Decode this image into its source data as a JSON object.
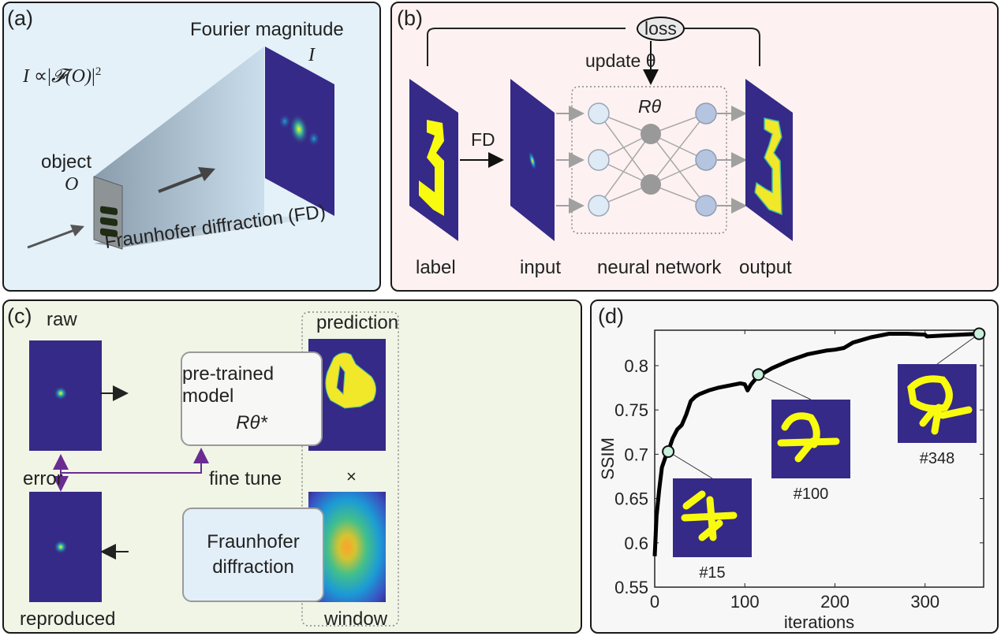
{
  "panels": {
    "a": {
      "label": "(a)",
      "equation": "I ∝ |𝓕(O)|²",
      "equation_parts": {
        "lhs": "I",
        "rel": "∝",
        "rhs_open": "|",
        "op": "𝓕",
        "arg": "(O)",
        "rhs_close": "|",
        "power": "2"
      },
      "fourier_title": "Fourier magnitude",
      "fourier_symbol": "I",
      "object_label": "object",
      "object_symbol": "O",
      "fd_caption": "Fraunhofer diffraction (FD)"
    },
    "b": {
      "label": "(b)",
      "loss": "loss",
      "update": "update θ",
      "fd": "FD",
      "network_symbol": "Rθ",
      "captions": {
        "label": "label",
        "input": "input",
        "network": "neural network",
        "output": "output"
      },
      "digit": "3"
    },
    "c": {
      "label": "(c)",
      "raw": "raw",
      "model_line1": "pre-trained model",
      "model_line2": "Rθ*",
      "prediction": "prediction",
      "times": "×",
      "window": "window",
      "error": "error",
      "fine_tune": "fine tune",
      "fd_line1": "Fraunhofer",
      "fd_line2": "diffraction",
      "reproduced": "reproduced"
    },
    "d": {
      "label": "(d)"
    }
  },
  "colors": {
    "viridis_dark": "#352a87",
    "viridis_yellow": "#f9fb0e",
    "purple_arrow": "#7a3b9a",
    "marker_fill": "#c8f0dc"
  },
  "chart_data": {
    "type": "line",
    "title": "",
    "xlabel": "iterations",
    "ylabel": "SSIM",
    "xlim": [
      0,
      365
    ],
    "ylim": [
      0.55,
      0.84
    ],
    "xticks": [
      0,
      100,
      200,
      300
    ],
    "yticks": [
      0.55,
      0.6,
      0.65,
      0.7,
      0.75,
      0.8
    ],
    "ytick_labels": [
      "0.55",
      "0.6",
      "0.65",
      "0.7",
      "0.75",
      "0.8"
    ],
    "xtick_labels": [
      "0",
      "100",
      "200",
      "300"
    ],
    "grid": false,
    "series": [
      {
        "name": "SSIM",
        "x": [
          0,
          2,
          5,
          8,
          12,
          15,
          20,
          25,
          30,
          35,
          40,
          45,
          50,
          60,
          70,
          80,
          90,
          95,
          100,
          103,
          107,
          112,
          118,
          130,
          150,
          170,
          190,
          200,
          210,
          220,
          240,
          260,
          280,
          300,
          302,
          320,
          340,
          360
        ],
        "y": [
          0.585,
          0.63,
          0.66,
          0.685,
          0.697,
          0.703,
          0.718,
          0.728,
          0.733,
          0.745,
          0.76,
          0.765,
          0.768,
          0.772,
          0.775,
          0.777,
          0.779,
          0.78,
          0.779,
          0.772,
          0.779,
          0.785,
          0.79,
          0.797,
          0.806,
          0.813,
          0.817,
          0.818,
          0.82,
          0.826,
          0.832,
          0.836,
          0.836,
          0.835,
          0.833,
          0.834,
          0.835,
          0.836
        ]
      }
    ],
    "markers": [
      {
        "x": 15,
        "y": 0.703,
        "label": "#15"
      },
      {
        "x": 115,
        "y": 0.79,
        "label": "#100"
      },
      {
        "x": 360,
        "y": 0.836,
        "label": "#348"
      }
    ]
  }
}
